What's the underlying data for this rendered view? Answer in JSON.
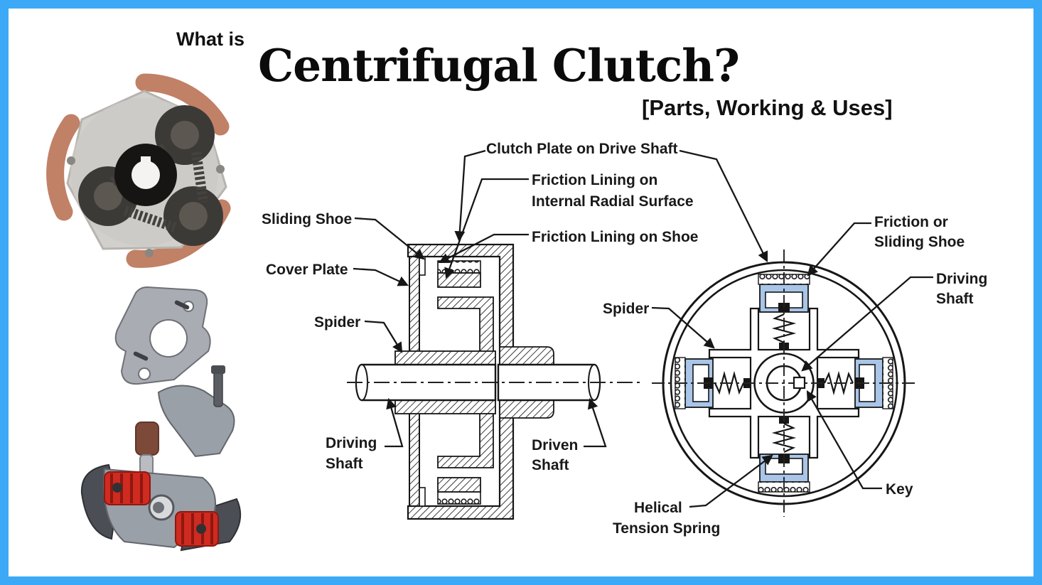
{
  "page": {
    "background": "#FFFFFF",
    "border_color": "#3BA9F6"
  },
  "header": {
    "eyebrow": "What is",
    "title": "Centrifugal Clutch?",
    "subtitle": "[Parts, Working & Uses]"
  },
  "cross_section": {
    "labels": {
      "clutch_plate": "Clutch Plate on Drive Shaft",
      "friction_internal_line1": "Friction Lining on",
      "friction_internal_line2": "Internal Radial Surface",
      "friction_shoe": "Friction Lining on Shoe",
      "sliding_shoe": "Sliding Shoe",
      "cover_plate": "Cover Plate",
      "spider": "Spider",
      "driving_shaft_line1": "Driving",
      "driving_shaft_line2": "Shaft",
      "driven_shaft_line1": "Driven",
      "driven_shaft_line2": "Shaft"
    }
  },
  "front_view": {
    "labels": {
      "friction_or_line1": "Friction or",
      "friction_or_line2": "Sliding Shoe",
      "driving_shaft_line1": "Driving",
      "driving_shaft_line2": "Shaft",
      "spider": "Spider",
      "helical_line1": "Helical",
      "helical_line2": "Tension Spring",
      "key": "Key"
    },
    "shoe_highlight_color": "#A9C5E8"
  },
  "photos": {
    "clutch_photo_friction_pad_color": "#C08166",
    "cad_render_spring_color": "#CF2B20"
  }
}
